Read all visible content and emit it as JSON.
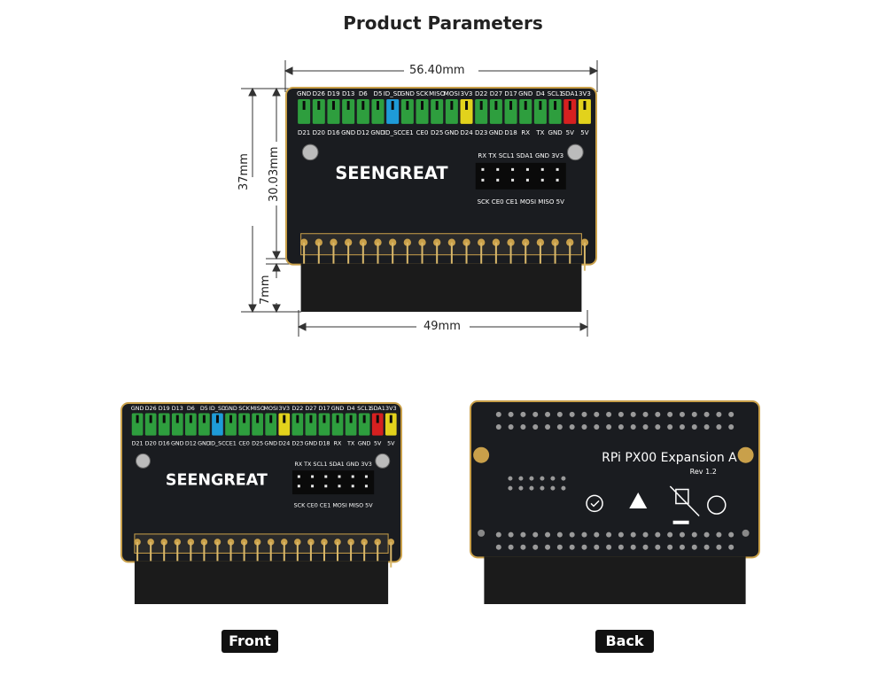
{
  "title": "Product Parameters",
  "dimensions": {
    "width_top": "56.40mm",
    "height_total": "37mm",
    "height_board": "30.03mm",
    "height_header": "7mm",
    "width_header": "49mm"
  },
  "board": {
    "brand": "SEENGREAT",
    "top_pin_labels": [
      "GND",
      "D26",
      "D19",
      "D13",
      "D6",
      "D5",
      "ID_SD",
      "GND",
      "SCK",
      "MISO",
      "MOSI",
      "3V3",
      "D22",
      "D27",
      "D17",
      "GND",
      "D4",
      "SCL1",
      "SDA1",
      "3V3"
    ],
    "bottom_pin_labels": [
      "D21",
      "D20",
      "D16",
      "GND",
      "D12",
      "GND",
      "ID_SC",
      "CE1",
      "CE0",
      "D25",
      "GND",
      "D24",
      "D23",
      "GND",
      "D18",
      "RX",
      "TX",
      "GND",
      "5V",
      "5V"
    ],
    "small_header_top": "RX TX SCL1 SDA1 GND 3V3",
    "small_header_bottom": "SCK CE0 CE1 MOSI MISO 5V",
    "back_title": "RPi PX00 Expansion A",
    "back_rev": "Rev 1.2"
  },
  "views": {
    "front_label": "Front",
    "back_label": "Back"
  },
  "colors": {
    "pcb": "#1a1c20",
    "gold": "#c9a04a",
    "jumper_green": "#2e9e3e",
    "jumper_blue": "#1e9bd8",
    "jumper_yellow": "#e2d21c",
    "jumper_red": "#d62020",
    "connector": "#1b1b1b"
  }
}
